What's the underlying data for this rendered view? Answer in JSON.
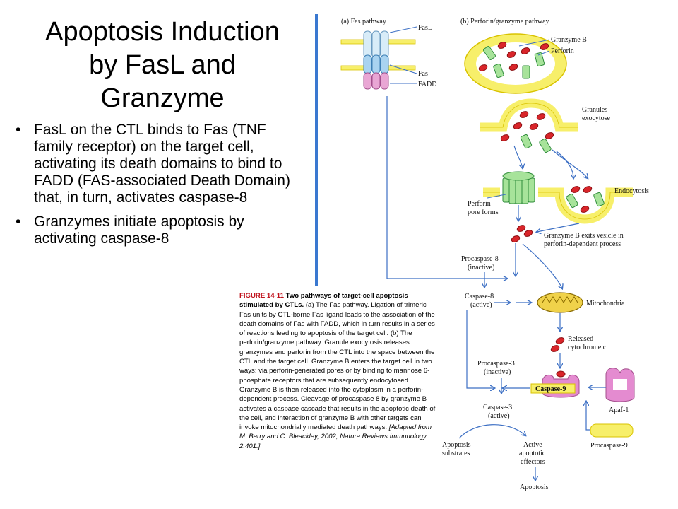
{
  "slide": {
    "title_lines": [
      "Apoptosis Induction",
      "by FasL and",
      "Granzyme"
    ],
    "bullets": [
      "FasL on the CTL binds to Fas (TNF family receptor) on the target cell, activating its death domains to bind to FADD (FAS-associated Death Domain) that, in turn, activates caspase-8",
      "Granzymes initiate apoptosis by activating caspase-8"
    ],
    "bullet_glyph": "•"
  },
  "figure": {
    "panel_a_label": "(a)  Fas pathway",
    "panel_b_label": "(b)  Perforin/granzyme pathway",
    "labels": {
      "fasl": "FasL",
      "fas": "Fas",
      "fadd": "FADD",
      "granzyme_b": "Granzyme B",
      "perforin": "Perforin",
      "granules_1": "Granules",
      "granules_2": "exocytose",
      "endocytosis": "Endocytosis",
      "perforin_pore_1": "Perforin",
      "perforin_pore_2": "pore forms",
      "exits_1": "Granzyme B exits vesicle in",
      "exits_2": "perforin-dependent process",
      "procaspase8_1": "Procaspase-8",
      "procaspase8_2": "(inactive)",
      "caspase8_1": "Caspase-8",
      "caspase8_2": "(active)",
      "mitochondria": "Mitochondria",
      "released_1": "Released",
      "released_2": "cytochrome c",
      "procaspase3_1": "Procaspase-3",
      "procaspase3_2": "(inactive)",
      "caspase9": "Caspase-9",
      "apaf1": "Apaf-1",
      "caspase3_1": "Caspase-3",
      "caspase3_2": "(active)",
      "substrates_1": "Apoptosis",
      "substrates_2": "substrates",
      "effectors_1": "Active",
      "effectors_2": "apoptotic",
      "effectors_3": "effectors",
      "procaspase9": "Procaspase-9",
      "apoptosis": "Apoptosis"
    },
    "colors": {
      "arrow": "#3c6fc4",
      "yellow": "#f7ef6a",
      "yellow_edge": "#d9c300",
      "green": "#a7e39a",
      "green_edge": "#2e8b3a",
      "red": "#d9252a",
      "blue_cyl": "#a9d3f0",
      "pink_cyl": "#e9a6d4",
      "mito": "#f0d24a",
      "pink_apaf": "#e48bd0"
    }
  },
  "caption": {
    "fig_num": "FIGURE 14-11",
    "fig_title": "Two pathways of target-cell apoptosis stimulated by CTLs.",
    "body": "(a) The Fas pathway. Ligation of trimeric Fas units by CTL-borne Fas ligand leads to the association of the death domains of Fas with FADD, which in turn results in a series of reactions leading to apoptosis of the target cell. (b) The perforin/granzyme pathway. Granule exocytosis releases granzymes and perforin from the CTL into the space between the CTL and the target cell. Granzyme B enters the target cell in two ways: via perforin-generated pores or by binding to mannose 6-phosphate receptors that are subsequently endocytosed. Granzyme B is then released into the cytoplasm in a perforin-dependent process. Cleavage of procaspase 8 by granzyme B activates a caspase cascade that results in the apoptotic death of the cell, and interaction of granzyme B with other targets can invoke mitochondrially mediated death pathways.",
    "source": "[Adapted from M. Barry and C. Bleackley, 2002, Nature Reviews Immunology 2:401.]"
  }
}
